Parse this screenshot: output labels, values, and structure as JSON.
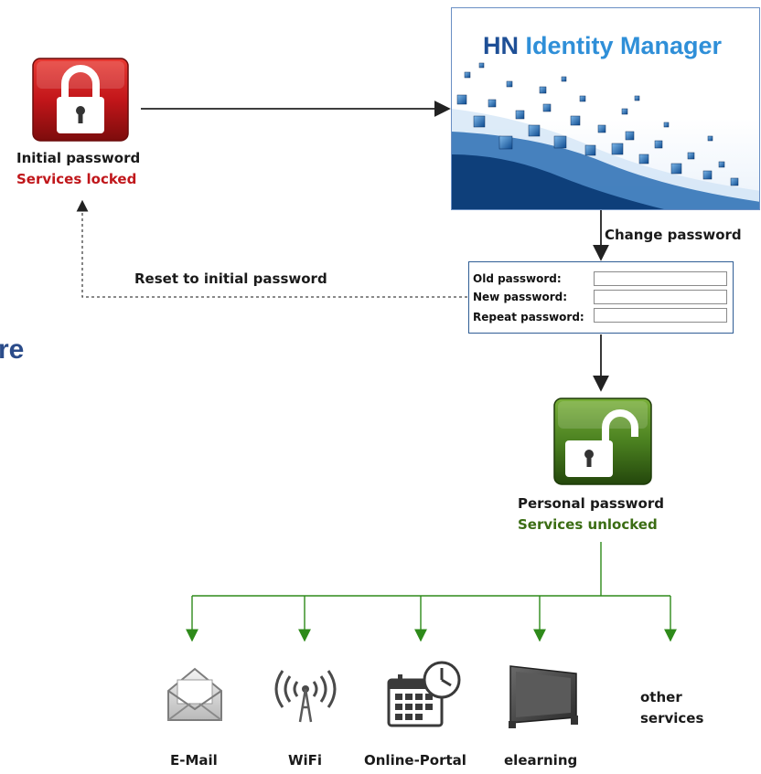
{
  "partial_heading": "re",
  "initial": {
    "line1": "Initial password",
    "line2": "Services locked"
  },
  "hn": {
    "part1": "HN",
    "part2": "Identity Manager"
  },
  "change_label": "Change password",
  "reset_label": "Reset to initial password",
  "form": {
    "old": "Old password:",
    "new": "New password:",
    "repeat": "Repeat password:"
  },
  "personal": {
    "line1": "Personal password",
    "line2": "Services unlocked"
  },
  "services": [
    "E-Mail",
    "WiFi",
    "Online-Portal",
    "elearning"
  ],
  "other_services": {
    "line1": "other",
    "line2": "services"
  },
  "colors": {
    "locked_red": "#c0171b",
    "unlocked_green": "#3b6d14",
    "brand_dark": "#1e4f96",
    "brand_light": "#2f8fd8",
    "connector_green": "#2e8a1a"
  }
}
